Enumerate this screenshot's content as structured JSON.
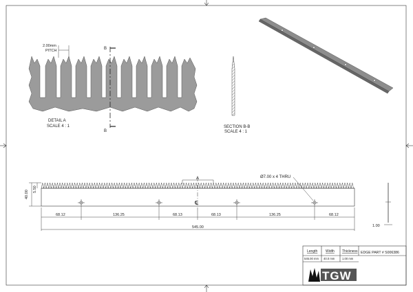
{
  "detail": {
    "pitch_value": "2.00mm",
    "pitch_label": "PITCH",
    "section_marker": "B",
    "title": "DETAIL  A",
    "scale": "SCALE 4 : 1"
  },
  "section": {
    "title": "SECTION B-B",
    "scale": "SCALE 4 : 1"
  },
  "main_view": {
    "hole_note": "Ø7.00 x 4 THRU",
    "detail_marker": "A",
    "centerline_mark": "℄",
    "height_dims": [
      "40.00",
      "5.50"
    ],
    "segment_dims": [
      "68.12",
      "136.25",
      "68.13",
      "68.13",
      "136.25",
      "68.12"
    ],
    "overall_length": "545.00",
    "thickness_dim": "1.00"
  },
  "title_block": {
    "headers": [
      "Length",
      "Width",
      "Thickness"
    ],
    "values": [
      "545.00 mm",
      "40.0 mm",
      "1.00 mm"
    ],
    "part_number": "EDGE PART # S006386",
    "logo_text": "TGW"
  },
  "colors": {
    "part_fill": "#9b9b9b",
    "line": "#333333"
  }
}
